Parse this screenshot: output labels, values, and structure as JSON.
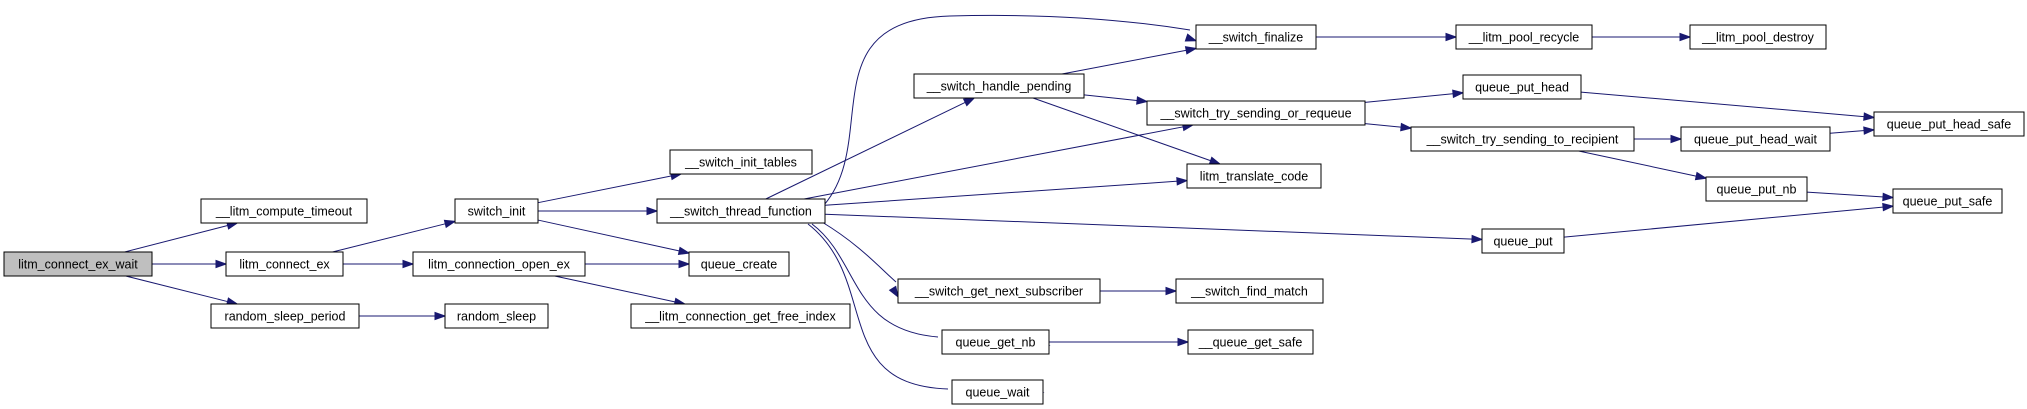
{
  "nodes": [
    {
      "id": "n1",
      "name": "node-litm-connect-ex-wait",
      "label": "litm_connect_ex_wait",
      "root": true
    },
    {
      "id": "n2",
      "name": "node-litm-compute-timeout",
      "label": "__litm_compute_timeout"
    },
    {
      "id": "n3",
      "name": "node-litm-connect-ex",
      "label": "litm_connect_ex"
    },
    {
      "id": "n4",
      "name": "node-random-sleep-period",
      "label": "random_sleep_period"
    },
    {
      "id": "n5",
      "name": "node-switch-init",
      "label": "switch_init"
    },
    {
      "id": "n6",
      "name": "node-litm-connection-open-ex",
      "label": "litm_connection_open_ex"
    },
    {
      "id": "n7",
      "name": "node-random-sleep",
      "label": "random_sleep"
    },
    {
      "id": "n8",
      "name": "node-switch-init-tables",
      "label": "__switch_init_tables"
    },
    {
      "id": "n9",
      "name": "node-switch-thread-function",
      "label": "__switch_thread_function"
    },
    {
      "id": "n10",
      "name": "node-queue-create",
      "label": "queue_create"
    },
    {
      "id": "n11",
      "name": "node-litm-connection-get-free-index",
      "label": "__litm_connection_get_free_index"
    },
    {
      "id": "n12",
      "name": "node-switch-handle-pending",
      "label": "__switch_handle_pending"
    },
    {
      "id": "n13",
      "name": "node-switch-finalize",
      "label": "__switch_finalize"
    },
    {
      "id": "n14",
      "name": "node-switch-try-sending-or-requeue",
      "label": "__switch_try_sending_or_requeue"
    },
    {
      "id": "n15",
      "name": "node-litm-translate-code",
      "label": "litm_translate_code"
    },
    {
      "id": "n16",
      "name": "node-switch-get-next-subscriber",
      "label": "__switch_get_next_subscriber"
    },
    {
      "id": "n17",
      "name": "node-queue-get-nb",
      "label": "queue_get_nb"
    },
    {
      "id": "n18",
      "name": "node-queue-wait",
      "label": "queue_wait"
    },
    {
      "id": "n19",
      "name": "node-queue-put",
      "label": "queue_put"
    },
    {
      "id": "n20",
      "name": "node-litm-pool-recycle",
      "label": "__litm_pool_recycle"
    },
    {
      "id": "n21",
      "name": "node-litm-pool-destroy",
      "label": "__litm_pool_destroy"
    },
    {
      "id": "n22",
      "name": "node-queue-put-head",
      "label": "queue_put_head"
    },
    {
      "id": "n23",
      "name": "node-switch-try-sending-to-recipient",
      "label": "__switch_try_sending_to_recipient"
    },
    {
      "id": "n24",
      "name": "node-queue-put-head-wait",
      "label": "queue_put_head_wait"
    },
    {
      "id": "n25",
      "name": "node-queue-put-nb",
      "label": "queue_put_nb"
    },
    {
      "id": "n26",
      "name": "node-queue-put-head-safe",
      "label": "queue_put_head_safe"
    },
    {
      "id": "n27",
      "name": "node-queue-put-safe",
      "label": "queue_put_safe"
    },
    {
      "id": "n28",
      "name": "node-switch-find-match",
      "label": "__switch_find_match"
    },
    {
      "id": "n29",
      "name": "node-queue-get-safe",
      "label": "__queue_get_safe"
    }
  ],
  "edges": [
    {
      "from": "n1",
      "to": "n2"
    },
    {
      "from": "n1",
      "to": "n3"
    },
    {
      "from": "n1",
      "to": "n4"
    },
    {
      "from": "n3",
      "to": "n5"
    },
    {
      "from": "n3",
      "to": "n6"
    },
    {
      "from": "n4",
      "to": "n7"
    },
    {
      "from": "n5",
      "to": "n8"
    },
    {
      "from": "n5",
      "to": "n9"
    },
    {
      "from": "n5",
      "to": "n10"
    },
    {
      "from": "n6",
      "to": "n10"
    },
    {
      "from": "n6",
      "to": "n11"
    },
    {
      "from": "n9",
      "to": "n12"
    },
    {
      "from": "n9",
      "to": "n13"
    },
    {
      "from": "n9",
      "to": "n14"
    },
    {
      "from": "n9",
      "to": "n15"
    },
    {
      "from": "n9",
      "to": "n16"
    },
    {
      "from": "n9",
      "to": "n17"
    },
    {
      "from": "n9",
      "to": "n18"
    },
    {
      "from": "n9",
      "to": "n19"
    },
    {
      "from": "n12",
      "to": "n13"
    },
    {
      "from": "n12",
      "to": "n14"
    },
    {
      "from": "n12",
      "to": "n15"
    },
    {
      "from": "n13",
      "to": "n20"
    },
    {
      "from": "n20",
      "to": "n21"
    },
    {
      "from": "n14",
      "to": "n22"
    },
    {
      "from": "n14",
      "to": "n23"
    },
    {
      "from": "n22",
      "to": "n26"
    },
    {
      "from": "n23",
      "to": "n24"
    },
    {
      "from": "n23",
      "to": "n25"
    },
    {
      "from": "n24",
      "to": "n26"
    },
    {
      "from": "n25",
      "to": "n27"
    },
    {
      "from": "n19",
      "to": "n27"
    },
    {
      "from": "n16",
      "to": "n28"
    },
    {
      "from": "n17",
      "to": "n29"
    }
  ],
  "colors": {
    "edge": "#191970",
    "root_fill": "#bfbfbf",
    "node_fill": "#ffffff",
    "node_border": "#000000"
  }
}
